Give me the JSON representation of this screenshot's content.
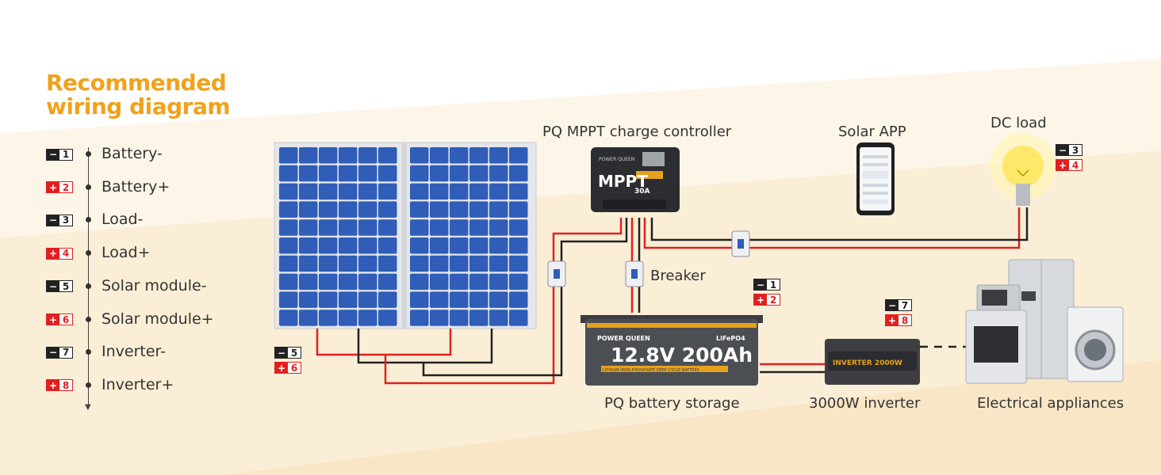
{
  "title": {
    "line1": "Recommended",
    "line2": "wiring diagram"
  },
  "legend": [
    {
      "num": "1",
      "polarity": "neg",
      "label": "Battery-"
    },
    {
      "num": "2",
      "polarity": "pos",
      "label": "Battery+"
    },
    {
      "num": "3",
      "polarity": "neg",
      "label": "Load-"
    },
    {
      "num": "4",
      "polarity": "pos",
      "label": "Load+"
    },
    {
      "num": "5",
      "polarity": "neg",
      "label": "Solar module-"
    },
    {
      "num": "6",
      "polarity": "pos",
      "label": "Solar module+"
    },
    {
      "num": "7",
      "polarity": "neg",
      "label": "Inverter-"
    },
    {
      "num": "8",
      "polarity": "pos",
      "label": "Inverter+"
    }
  ],
  "components": {
    "controller_label": "PQ MPPT charge controller",
    "app_label": "Solar APP",
    "load_label": "DC load",
    "breaker_label": "Breaker",
    "battery_label": "PQ battery storage",
    "inverter_label": "3000W inverter",
    "appliances_label": "Electrical appliances"
  },
  "device_text": {
    "controller_brand": "POWER QUEEN",
    "controller_model": "MPPT",
    "controller_amps": "30A",
    "battery_brand": "POWER QUEEN",
    "battery_spec": "12.8V 200Ah",
    "battery_chem": "LiFePO4",
    "battery_sub": "LITHIUM IRON PHOSPHATE DEEP CYCLE BATTERY",
    "inverter_text": "INVERTER 2000W"
  },
  "colors": {
    "accent": "#F0A21C",
    "positive": "#E02020",
    "negative": "#222222",
    "panel_cell": "#2F5DB8",
    "background_band": "#FBEFD9"
  }
}
